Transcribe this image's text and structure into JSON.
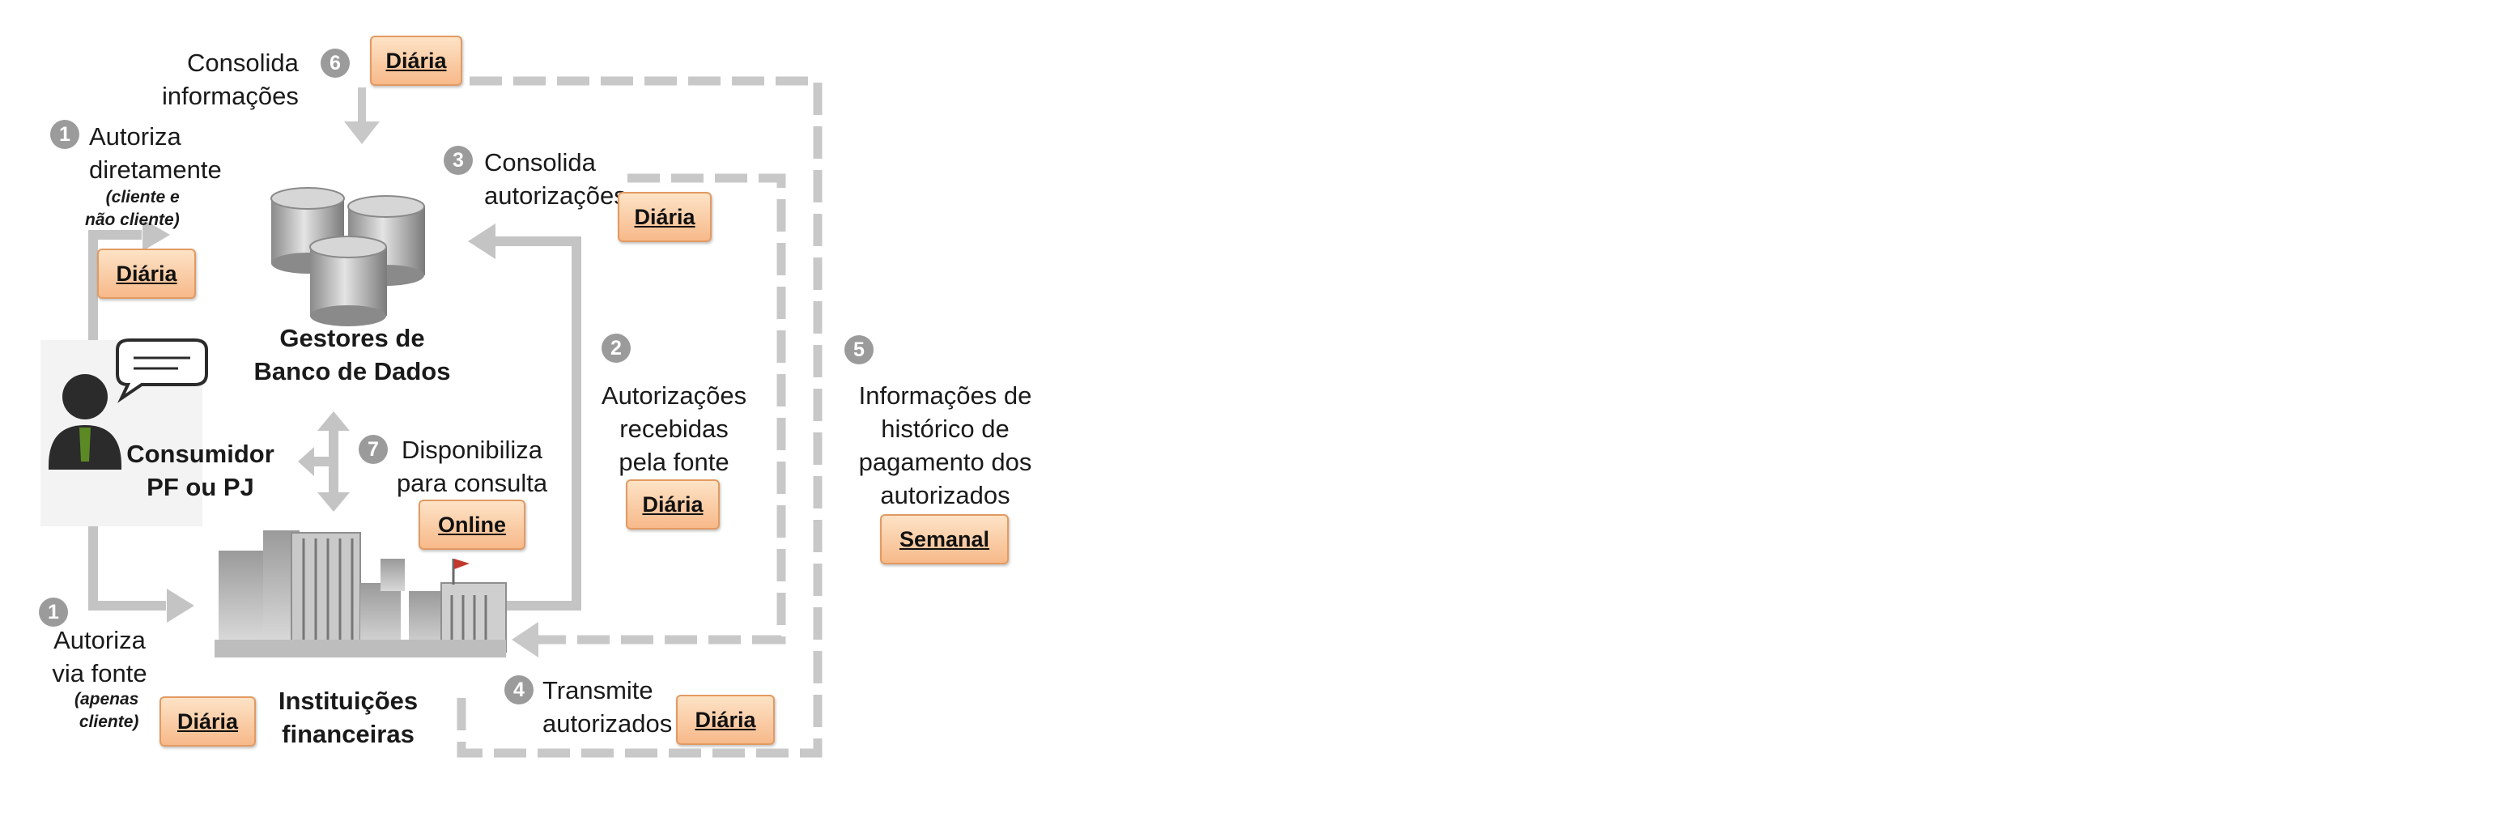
{
  "steps": {
    "s1a": {
      "num": "1",
      "text": "Autoriza\ndiretamente",
      "note": "(cliente e\nnão cliente)",
      "badge": "Diária"
    },
    "s1b": {
      "num": "1",
      "text": "Autoriza\nvia fonte",
      "note": "(apenas\ncliente)",
      "badge": "Diária"
    },
    "s2": {
      "num": "2",
      "text": "Autorizações\nrecebidas\npela fonte",
      "badge": "Diária"
    },
    "s3": {
      "num": "3",
      "text": "Consolida\nautorizações",
      "badge": "Diária"
    },
    "s4": {
      "num": "4",
      "text": "Transmite\nautorizados",
      "badge": "Diária"
    },
    "s5": {
      "num": "5",
      "text": "Informações de\nhistórico de\npagamento dos\nautorizados",
      "badge": "Semanal"
    },
    "s6": {
      "num": "6",
      "text": "Consolida\ninformações",
      "badge": "Diária"
    },
    "s7": {
      "num": "7",
      "text": "Disponibiliza\npara consulta",
      "badge": "Online"
    }
  },
  "entities": {
    "database": "Gestores de\nBanco de Dados",
    "consumer": "Consumidor\nPF ou PJ",
    "institutions": "Instituições\nfinanceiras"
  },
  "colors": {
    "badge_fill": "#f7b98a",
    "badge_border": "#e29a62",
    "arrow": "#c4c4c4",
    "number_circle": "#9b9b9b"
  },
  "icons": [
    "database-icon",
    "consumer-icon",
    "speech-bubble-icon",
    "buildings-icon",
    "flag-icon"
  ]
}
